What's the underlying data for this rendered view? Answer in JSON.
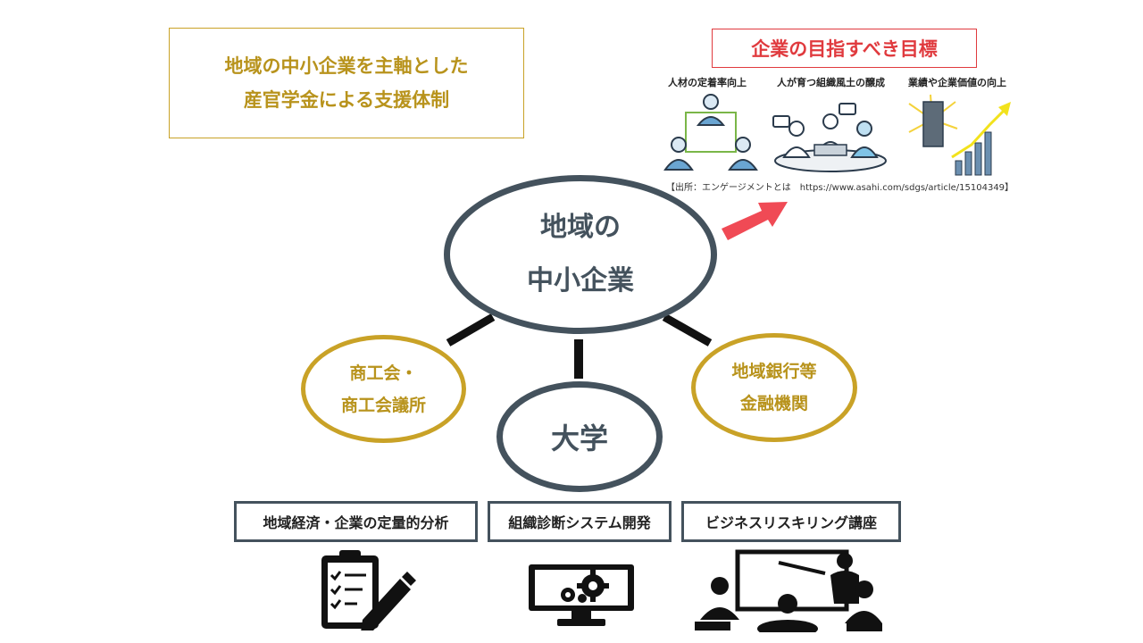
{
  "title_box": {
    "line1": "地域の中小企業を主軸とした",
    "line2": "産官学金による支援体制"
  },
  "goals": {
    "title": "企業の目指すべき目標",
    "items": [
      "人材の定着率向上",
      "人が育つ組織風土の醸成",
      "業績や企業価値の向上"
    ],
    "source": "【出所：エンゲージメントとは　https://www.asahi.com/sdgs/article/15104349】"
  },
  "center": {
    "line1": "地域の",
    "line2": "中小企業"
  },
  "commerce": {
    "line1": "商工会・",
    "line2": "商工会議所"
  },
  "university": {
    "label": "大学"
  },
  "bank": {
    "line1": "地域銀行等",
    "line2": "金融機関"
  },
  "services": [
    {
      "label": "地域経済・企業の定量的分析",
      "icon": "clipboard-checklist-icon"
    },
    {
      "label": "組織診断システム開発",
      "icon": "monitor-gears-icon"
    },
    {
      "label": "ビジネスリスキリング講座",
      "icon": "seminar-presentation-icon"
    }
  ],
  "colors": {
    "slate": "#44525d",
    "gold": "#c9a227",
    "red": "#e03a3e"
  }
}
